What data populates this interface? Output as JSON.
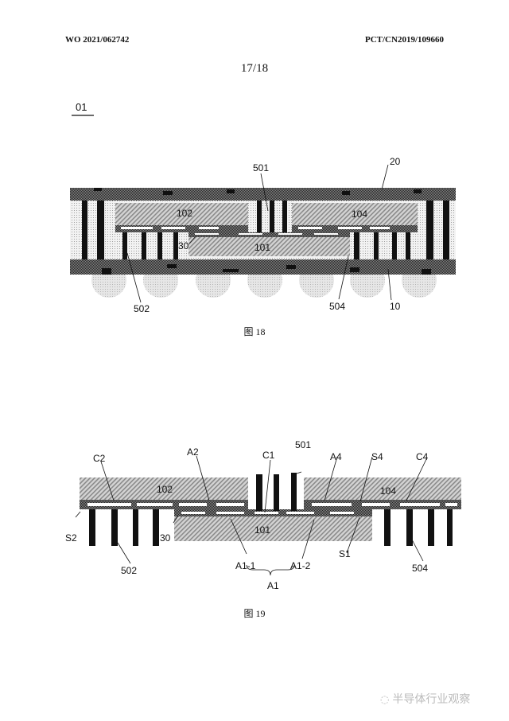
{
  "header": {
    "publication_number": "WO 2021/062742",
    "application_number": "PCT/CN2019/109660",
    "sheet": "17/18"
  },
  "figure18": {
    "ref_label": "01",
    "caption": "图 18",
    "labels": {
      "l20": "20",
      "l501": "501",
      "l102": "102",
      "l104": "104",
      "l101": "101",
      "l30": "30",
      "l502": "502",
      "l504": "504",
      "l10": "10"
    }
  },
  "figure19": {
    "caption": "图 19",
    "labels": {
      "C2": "C2",
      "A2": "A2",
      "C1": "C1",
      "l501": "501",
      "A4": "A4",
      "S4": "S4",
      "C4": "C4",
      "l102": "102",
      "l104": "104",
      "l101": "101",
      "S2": "S2",
      "l30": "30",
      "l502": "502",
      "A1_1": "A1-1",
      "A1_2": "A1-2",
      "A1": "A1",
      "S1": "S1",
      "l504": "504"
    }
  },
  "watermark": {
    "text": "半导体行业观察"
  },
  "colors": {
    "hatch": "#9a9a9a",
    "dark": "#1a1a1a",
    "stipple": "#c8c8c8"
  }
}
